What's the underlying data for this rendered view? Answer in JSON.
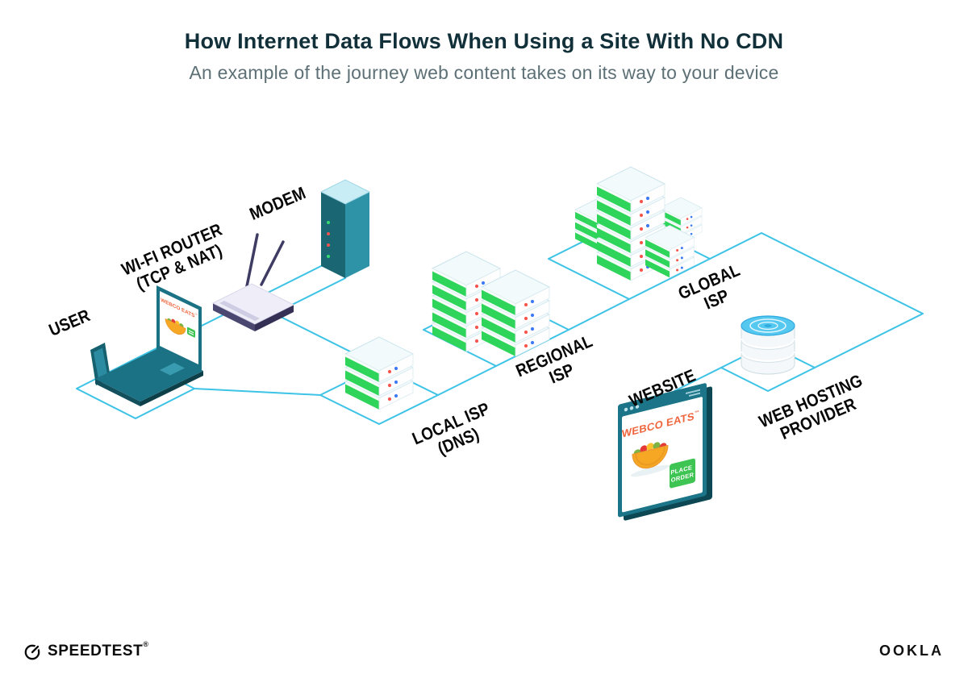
{
  "header": {
    "title": "How Internet Data Flows When Using a Site With No CDN",
    "subtitle": "An example of the journey web content takes on its way to your device"
  },
  "diagram": {
    "labels": {
      "user": "USER",
      "wifi_router": [
        "WI-FI ROUTER",
        "(TCP & NAT)"
      ],
      "modem": "MODEM",
      "local_isp": [
        "LOCAL ISP",
        "(DNS)"
      ],
      "regional_isp": [
        "REGIONAL",
        "ISP"
      ],
      "global_isp": [
        "GLOBAL",
        "ISP"
      ],
      "website": "WEBSITE",
      "web_hosting": [
        "WEB HOSTING",
        "PROVIDER"
      ]
    },
    "website_window": {
      "brand": "WEBCO EATS",
      "trademark": "™",
      "button": [
        "PLACE",
        "ORDER"
      ]
    },
    "laptop_screen": {
      "brand": "WEBCO EATS",
      "trademark": "™"
    },
    "palette": {
      "flow_line": "#3CC3E6",
      "server_green": "#2FD45A",
      "device_teal": "#1C7285",
      "brand_orange": "#F0643C",
      "button_green": "#3DC452",
      "database_blue": "#55C8F0"
    }
  },
  "footer": {
    "speedtest": "SPEEDTEST",
    "speedtest_mark": "®",
    "ookla": "OOKLA"
  }
}
